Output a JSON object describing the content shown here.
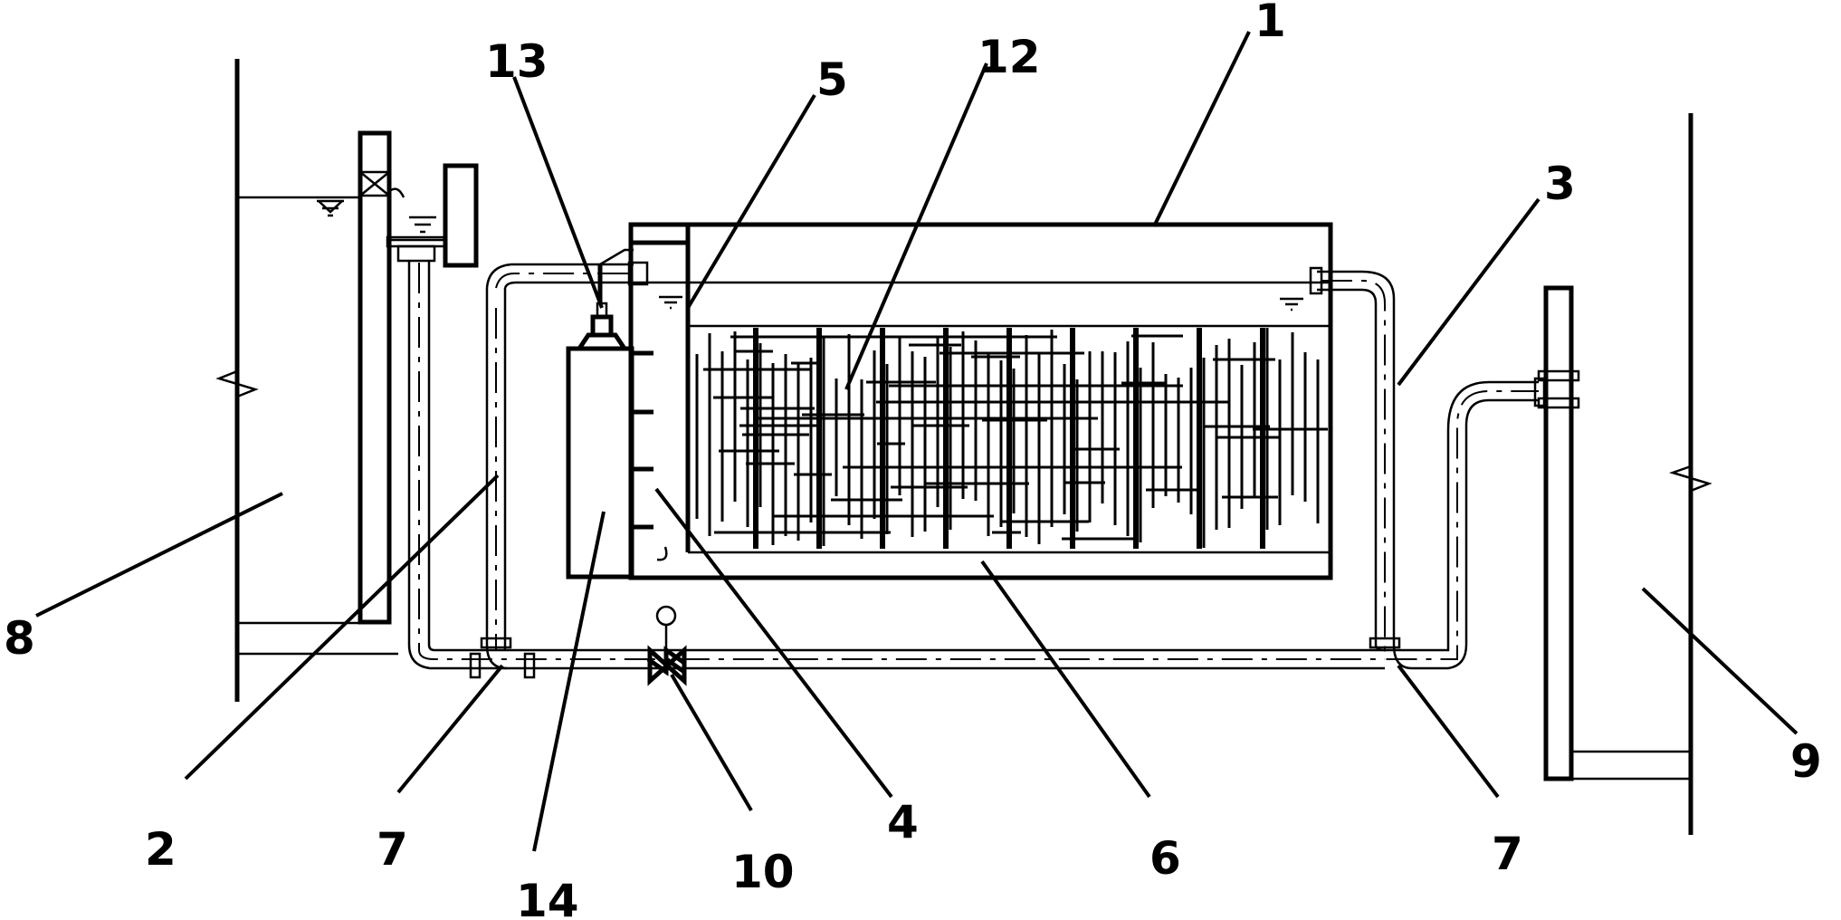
{
  "labels": [
    {
      "id": "label-1",
      "text": "1"
    },
    {
      "id": "label-2",
      "text": "2"
    },
    {
      "id": "label-3",
      "text": "3"
    },
    {
      "id": "label-4",
      "text": "4"
    },
    {
      "id": "label-5",
      "text": "5"
    },
    {
      "id": "label-6",
      "text": "6"
    },
    {
      "id": "label-7a",
      "text": "7"
    },
    {
      "id": "label-7b",
      "text": "7"
    },
    {
      "id": "label-8",
      "text": "8"
    },
    {
      "id": "label-9",
      "text": "9"
    },
    {
      "id": "label-10",
      "text": "10"
    },
    {
      "id": "label-12",
      "text": "12"
    },
    {
      "id": "label-13",
      "text": "13"
    },
    {
      "id": "label-14",
      "text": "14"
    }
  ]
}
